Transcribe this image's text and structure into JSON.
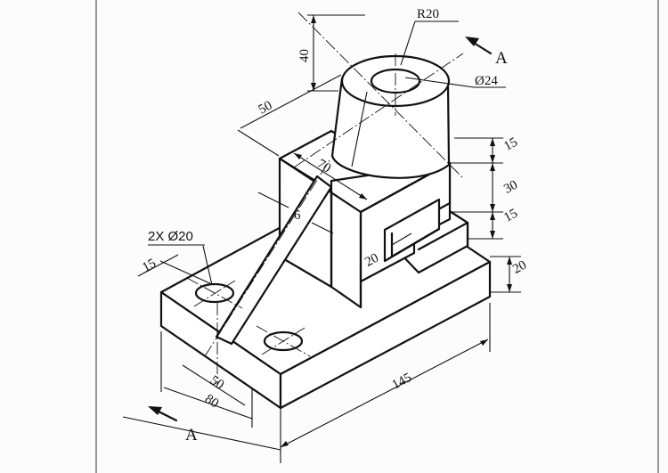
{
  "drawing": {
    "dimensions": {
      "r20": "R20",
      "dia24": "Ø24",
      "d40": "40",
      "d50_top": "50",
      "d70": "70",
      "d6": "6",
      "d15_a": "15",
      "d30": "30",
      "d15_b": "15",
      "d20_right": "20",
      "d20_slot": "20",
      "holes": "2X Ø20",
      "d15_left": "15",
      "d50_bottom": "50",
      "d80": "80",
      "d145": "145"
    },
    "view_label": "A"
  },
  "colors": {
    "line": "#111111",
    "background": "#fcfcfc"
  }
}
